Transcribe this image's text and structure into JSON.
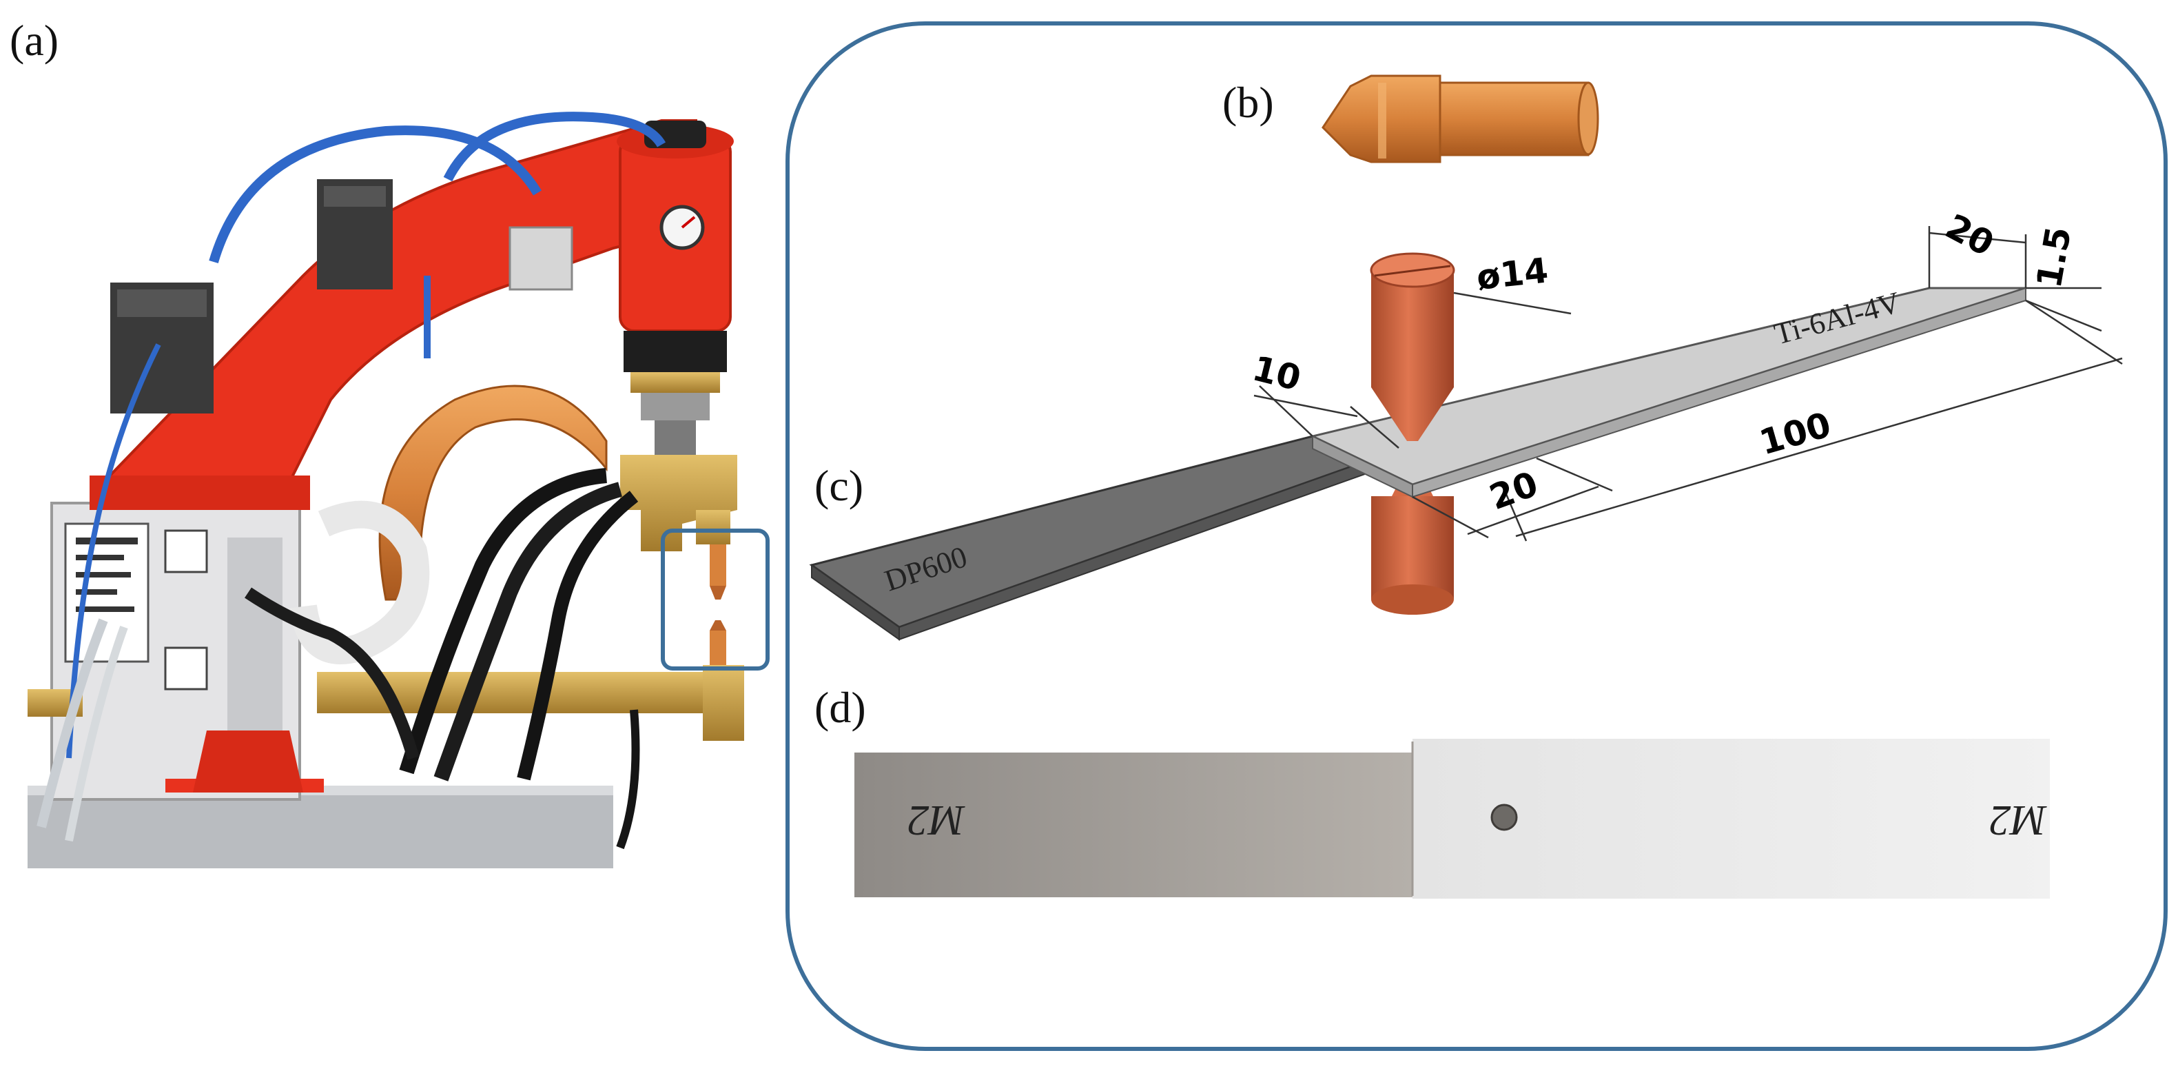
{
  "panels": {
    "a": {
      "label": "(a)"
    },
    "b": {
      "label": "(b)"
    },
    "c": {
      "label": "(c)"
    },
    "d": {
      "label": "(d)"
    }
  },
  "colors": {
    "frame": "#3d6f9a",
    "machine_red": "#e8321e",
    "copper": "#d8823b",
    "brass": "#c9a24a",
    "steel_sheet": "#6f6f6f",
    "titanium_sheet": "#cfcfcf",
    "electrode": "#d0643e"
  },
  "schematic": {
    "materials": {
      "lower_sheet": "DP600",
      "upper_sheet": "Ti-6Al-4V"
    },
    "dimensions": {
      "diameter": "ø14",
      "width": "20",
      "thickness": "1.5",
      "electrode_offset": "10",
      "overlap": "20",
      "length": "100"
    }
  },
  "sample": {
    "mark_left": "M2",
    "mark_right": "M2"
  }
}
